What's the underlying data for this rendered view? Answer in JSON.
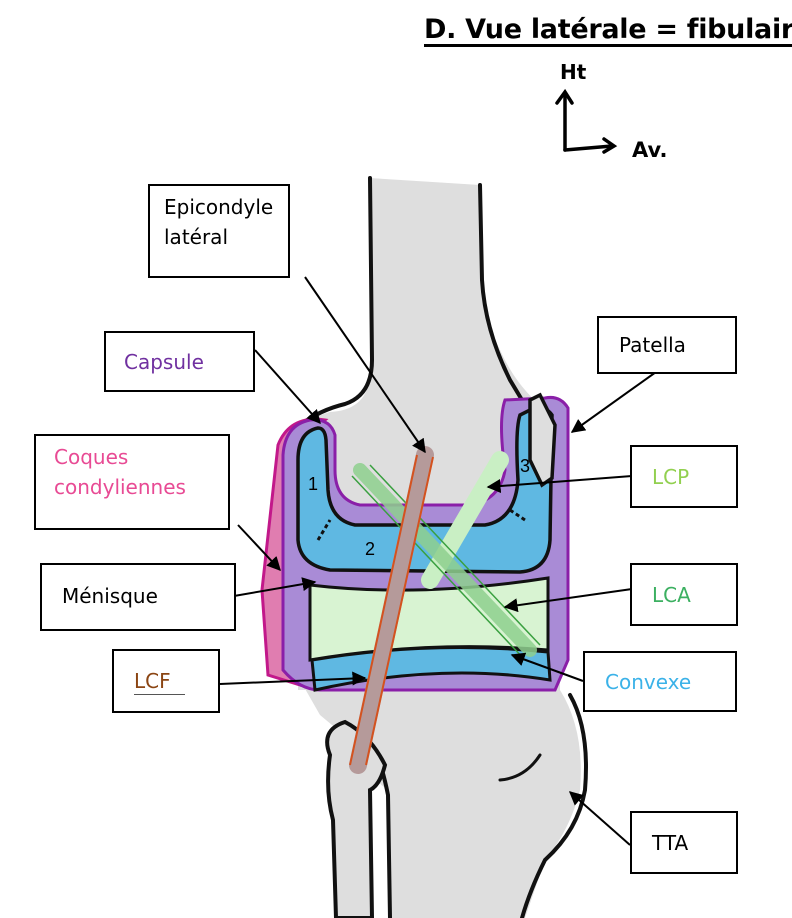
{
  "title": "D. Vue latérale = fibulaire",
  "orientation": {
    "up_label": "Ht",
    "forward_label": "Av."
  },
  "regions": {
    "numbers": [
      "1",
      "2",
      "3"
    ]
  },
  "labels": {
    "epicondyle": {
      "line1": "Epicondyle",
      "line2": "latéral",
      "color": "#000000"
    },
    "capsule": {
      "text": "Capsule",
      "color": "#7030a0"
    },
    "patella": {
      "text": "Patella",
      "color": "#000000"
    },
    "coques": {
      "line1": "Coques",
      "line2": "condyliennes",
      "color": "#e84a94"
    },
    "lcp": {
      "text": "LCP",
      "color": "#92d050"
    },
    "menisque": {
      "text": "Ménisque",
      "color": "#000000"
    },
    "lca": {
      "text": "LCA",
      "color": "#3cb061"
    },
    "lcf": {
      "text": "LCF",
      "color": "#8b4513"
    },
    "convexe": {
      "text": "Convexe",
      "color": "#3bb2e8"
    },
    "tta": {
      "text": "TTA",
      "color": "#000000"
    }
  },
  "colors": {
    "bone": "#dedede",
    "cartilage": "#5fb8e2",
    "capsule": "#a98bd6",
    "capsule_line": "#8a1fa8",
    "coques": "#e07db0",
    "coques_line": "#c2188a",
    "meniscus": "#d8f3d2",
    "ligament_lcf": "#b59a9a",
    "ligament_lcf_line": "#d4521f",
    "ligament_green": "#3aa040"
  }
}
